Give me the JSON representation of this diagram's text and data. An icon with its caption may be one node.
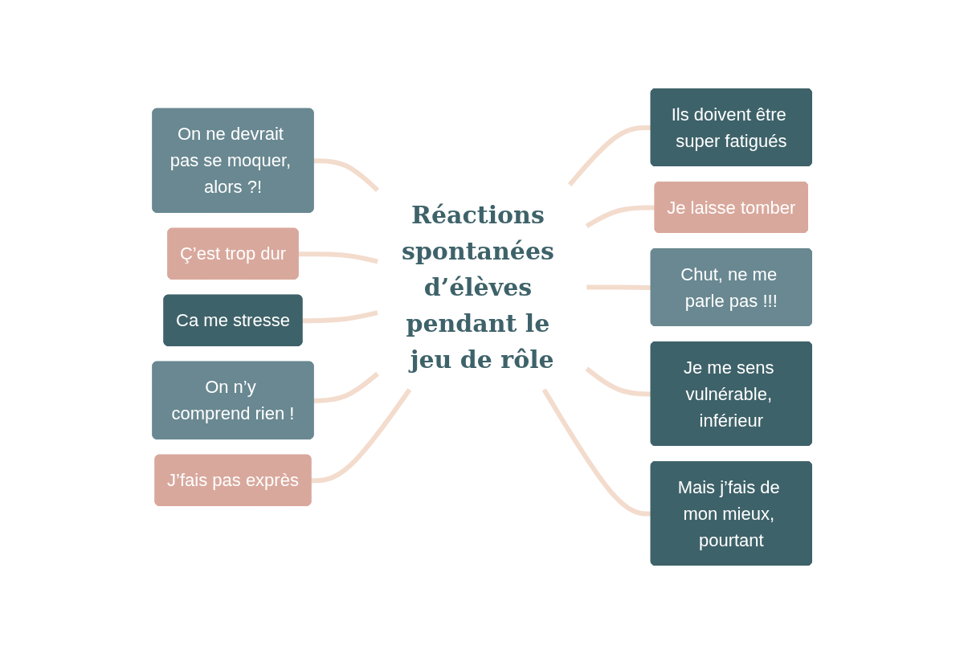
{
  "diagram": {
    "nodes": [
      {
        "text": [
          "Réactions spontanées d’élèves pendant le jeu de rôle"
        ]
      },
      {
        "text": [
          "On ne devrait pas se moquer, alors ?!"
        ]
      },
      {
        "text": [
          "Ç’est trop dur"
        ]
      },
      {
        "text": [
          "Ils doivent être super fatigués"
        ]
      },
      {
        "text": [
          "Je laisse tomber"
        ]
      },
      {
        "text": [
          "Chut, ne me parle pas !!!"
        ]
      },
      {
        "text": [
          "Ca me stresse"
        ]
      },
      {
        "text": [
          "Je me sens vulnérable, inférieur"
        ]
      },
      {
        "text": [
          "On n’y comprend rien !"
        ]
      },
      {
        "text": [
          "J’fais pas exprès"
        ]
      },
      {
        "text": [
          "Mais j’fais de mon mieux, pourtant"
        ]
      }
    ],
    "edges": [
      {
        "from": 1,
        "to": 0,
        "arrow": "none"
      },
      {
        "from": 2,
        "to": 0,
        "arrow": "none"
      },
      {
        "from": 0,
        "to": 3,
        "arrow": "none"
      },
      {
        "from": 0,
        "to": 4,
        "arrow": "none"
      },
      {
        "from": 0,
        "to": 5,
        "arrow": "none"
      },
      {
        "from": 6,
        "to": 0,
        "arrow": "none"
      },
      {
        "from": 0,
        "to": 7,
        "arrow": "none"
      },
      {
        "from": 8,
        "to": 0,
        "arrow": "none"
      },
      {
        "from": 9,
        "to": 0,
        "arrow": "none"
      },
      {
        "from": 0,
        "to": 10,
        "arrow": "none"
      }
    ]
  }
}
